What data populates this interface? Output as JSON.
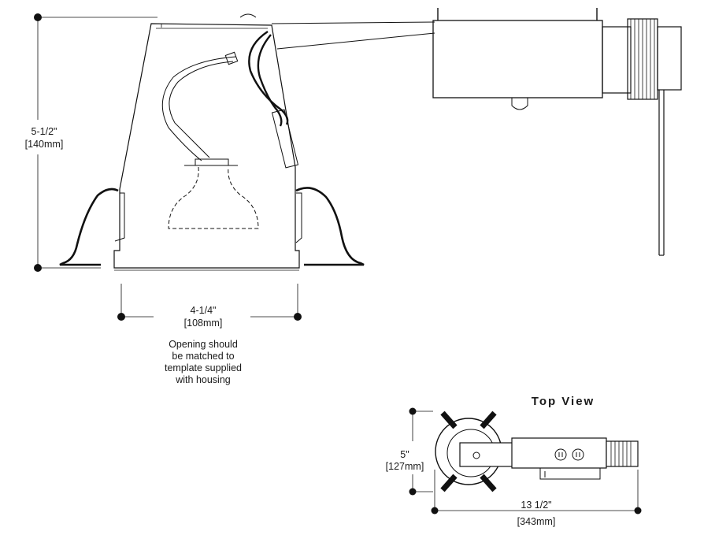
{
  "side_view": {
    "height_dimension": {
      "imperial": "5-1/2\"",
      "metric": "[140mm]"
    },
    "width_dimension": {
      "imperial": "4-1/4\"",
      "metric": "[108mm]"
    },
    "note_lines": [
      "Opening should",
      "be matched to",
      "template supplied",
      "with housing"
    ]
  },
  "top_view": {
    "title": "Top View",
    "height_dimension": {
      "imperial": "5\"",
      "metric": "[127mm]"
    },
    "length_dimension": {
      "imperial": "13 1/2\"",
      "metric": "[343mm]"
    }
  }
}
